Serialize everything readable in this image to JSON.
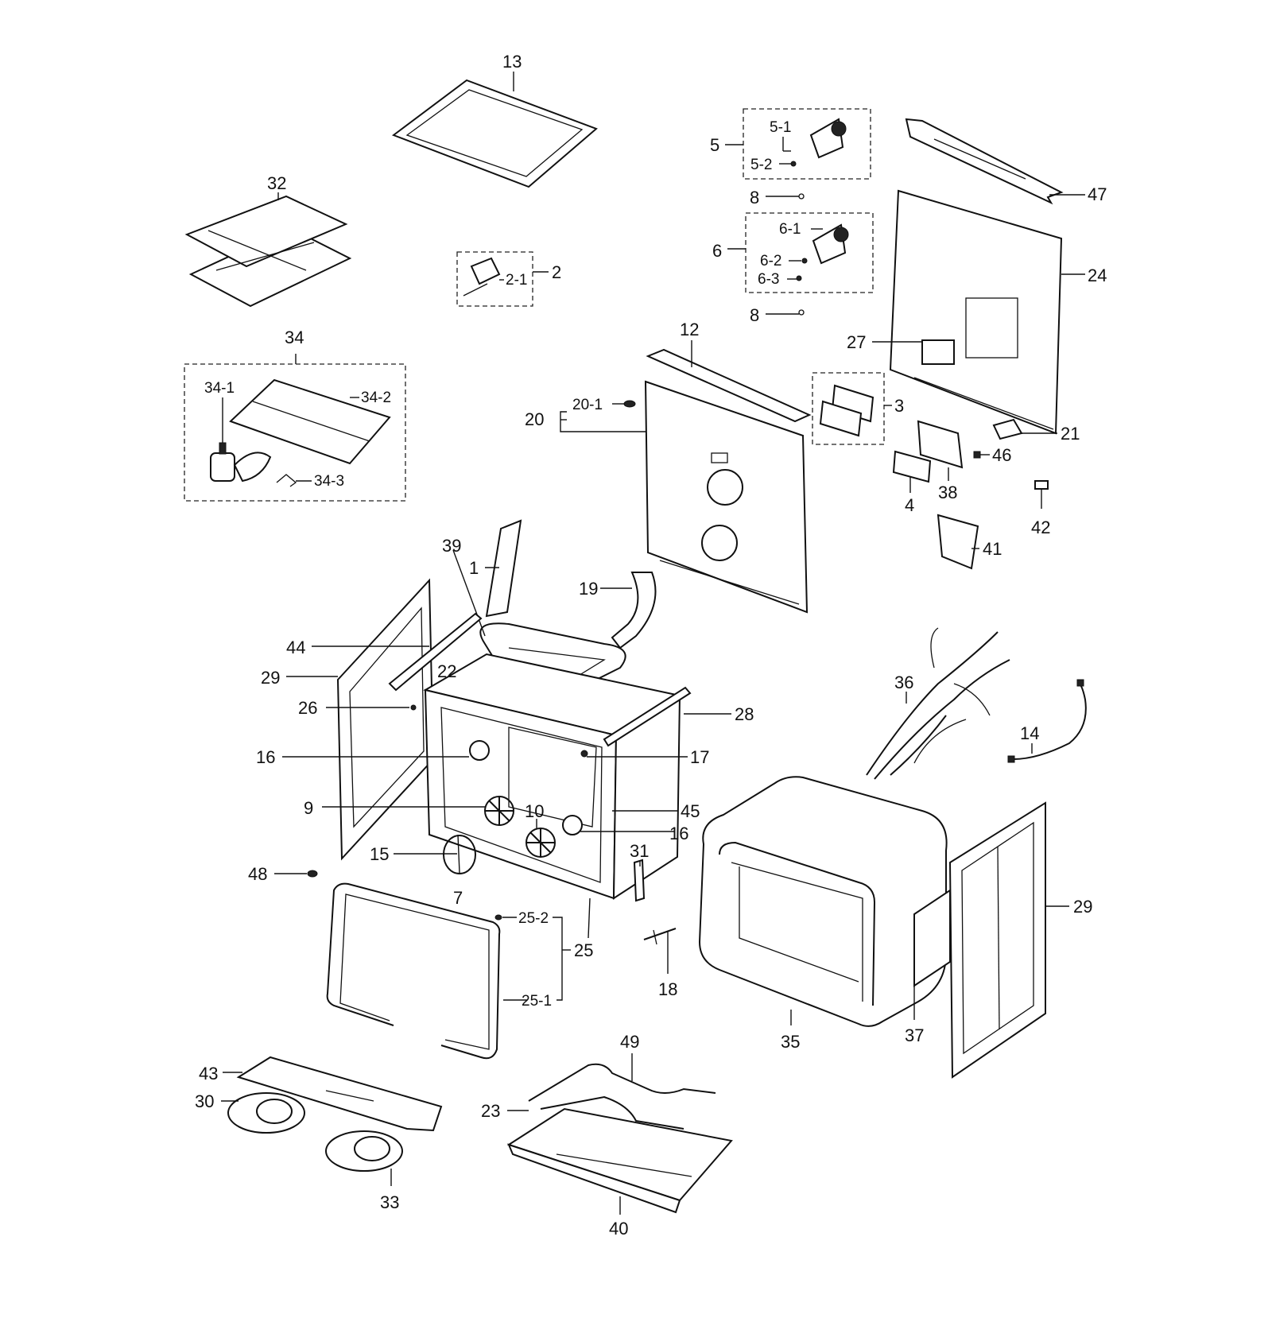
{
  "parts": [
    {
      "id": "p13",
      "text": "13"
    },
    {
      "id": "p32",
      "text": "32"
    },
    {
      "id": "p2",
      "text": "2"
    },
    {
      "id": "p2_1",
      "text": "2-1"
    },
    {
      "id": "p34",
      "text": "34"
    },
    {
      "id": "p34_1",
      "text": "34-1"
    },
    {
      "id": "p34_2",
      "text": "34-2"
    },
    {
      "id": "p34_3",
      "text": "34-3"
    },
    {
      "id": "p5",
      "text": "5"
    },
    {
      "id": "p5_1",
      "text": "5-1"
    },
    {
      "id": "p5_2",
      "text": "5-2"
    },
    {
      "id": "p8a",
      "text": "8"
    },
    {
      "id": "p6",
      "text": "6"
    },
    {
      "id": "p6_1",
      "text": "6-1"
    },
    {
      "id": "p6_2",
      "text": "6-2"
    },
    {
      "id": "p6_3",
      "text": "6-3"
    },
    {
      "id": "p8b",
      "text": "8"
    },
    {
      "id": "p47",
      "text": "47"
    },
    {
      "id": "p24",
      "text": "24"
    },
    {
      "id": "p27",
      "text": "27"
    },
    {
      "id": "p12",
      "text": "12"
    },
    {
      "id": "p20_1",
      "text": "20-1"
    },
    {
      "id": "p20",
      "text": "20"
    },
    {
      "id": "p3",
      "text": "3"
    },
    {
      "id": "p21",
      "text": "21"
    },
    {
      "id": "p46",
      "text": "46"
    },
    {
      "id": "p38",
      "text": "38"
    },
    {
      "id": "p4",
      "text": "4"
    },
    {
      "id": "p42",
      "text": "42"
    },
    {
      "id": "p41",
      "text": "41"
    },
    {
      "id": "p39",
      "text": "39"
    },
    {
      "id": "p1",
      "text": "1"
    },
    {
      "id": "p19",
      "text": "19"
    },
    {
      "id": "p44",
      "text": "44"
    },
    {
      "id": "p29a",
      "text": "29"
    },
    {
      "id": "p22",
      "text": "22"
    },
    {
      "id": "p26",
      "text": "26"
    },
    {
      "id": "p28",
      "text": "28"
    },
    {
      "id": "p16a",
      "text": "16"
    },
    {
      "id": "p17",
      "text": "17"
    },
    {
      "id": "p9",
      "text": "9"
    },
    {
      "id": "p10",
      "text": "10"
    },
    {
      "id": "p45",
      "text": "45"
    },
    {
      "id": "p16b",
      "text": "16"
    },
    {
      "id": "p15",
      "text": "15"
    },
    {
      "id": "p31",
      "text": "31"
    },
    {
      "id": "p7",
      "text": "7"
    },
    {
      "id": "p48",
      "text": "48"
    },
    {
      "id": "p36",
      "text": "36"
    },
    {
      "id": "p14",
      "text": "14"
    },
    {
      "id": "p29b",
      "text": "29"
    },
    {
      "id": "p25_2",
      "text": "25-2"
    },
    {
      "id": "p25",
      "text": "25"
    },
    {
      "id": "p25_1",
      "text": "25-1"
    },
    {
      "id": "p18",
      "text": "18"
    },
    {
      "id": "p35",
      "text": "35"
    },
    {
      "id": "p37",
      "text": "37"
    },
    {
      "id": "p49",
      "text": "49"
    },
    {
      "id": "p43",
      "text": "43"
    },
    {
      "id": "p30",
      "text": "30"
    },
    {
      "id": "p23",
      "text": "23"
    },
    {
      "id": "p33",
      "text": "33"
    },
    {
      "id": "p40",
      "text": "40"
    }
  ]
}
